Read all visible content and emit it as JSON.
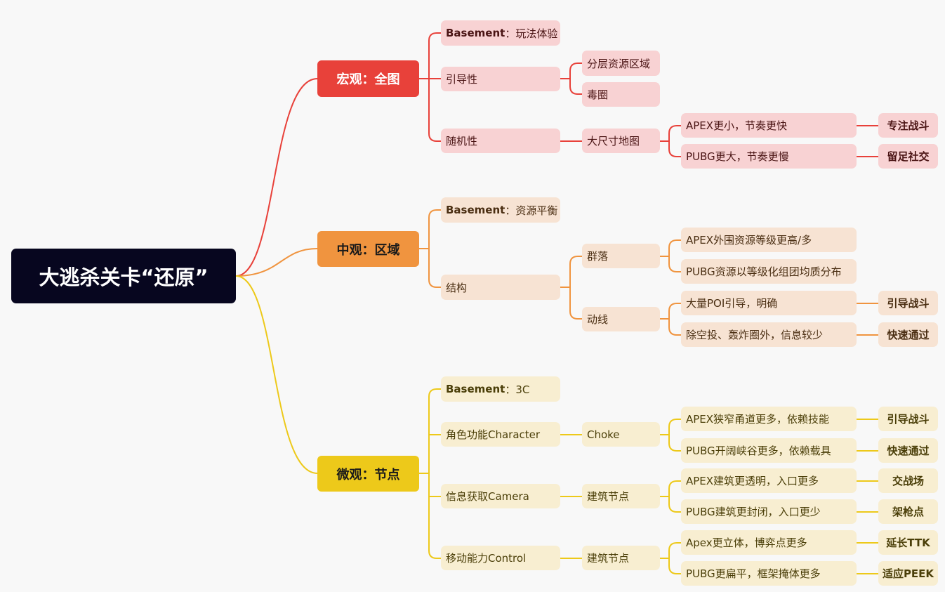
{
  "root": "大逃杀关卡“还原”",
  "colors": {
    "red": "#e8413a",
    "orange": "#f0943f",
    "yellow": "#edc91a",
    "red_light": "#f8d2d3",
    "orange_light": "#f7e3d3",
    "yellow_light": "#f8eed1"
  },
  "branches": {
    "macro": {
      "title": "宏观：全图",
      "basement": {
        "key": "Basement",
        "value": "：玩法体验"
      },
      "guidance": {
        "label": "引导性",
        "items": [
          "分层资源区域",
          "毒圈"
        ]
      },
      "randomness": {
        "label": "随机性",
        "sub": "大尺寸地图",
        "items": [
          {
            "label": "APEX更小，节奏更快",
            "tag": "专注战斗"
          },
          {
            "label": "PUBG更大，节奏更慢",
            "tag": "留足社交"
          }
        ]
      }
    },
    "meso": {
      "title": "中观：区域",
      "basement": {
        "key": "Basement",
        "value": "：资源平衡"
      },
      "structure": {
        "label": "结构",
        "cluster": {
          "label": "群落",
          "items": [
            "APEX外围资源等级更高/多",
            "PUBG资源以等级化组团均质分布"
          ]
        },
        "route": {
          "label": "动线",
          "items": [
            {
              "label": "大量POI引导，明确",
              "tag": "引导战斗"
            },
            {
              "label": "除空投、轰炸圈外，信息较少",
              "tag": "快速通过"
            }
          ]
        }
      }
    },
    "micro": {
      "title": "微观：节点",
      "basement": {
        "key": "Basement",
        "value": "：3C"
      },
      "character": {
        "label": "角色功能Character",
        "sub": "Choke",
        "items": [
          {
            "label": "APEX狭窄甬道更多，依赖技能",
            "tag": "引导战斗"
          },
          {
            "label": "PUBG开阔峡谷更多，依赖载具",
            "tag": "快速通过"
          }
        ]
      },
      "camera": {
        "label": "信息获取Camera",
        "sub": "建筑节点",
        "items": [
          {
            "label": "APEX建筑更透明，入口更多",
            "tag": "交战场"
          },
          {
            "label": "PUBG建筑更封闭，入口更少",
            "tag": "架枪点"
          }
        ]
      },
      "control": {
        "label": "移动能力Control",
        "sub": "建筑节点",
        "items": [
          {
            "label": "Apex更立体，博弈点更多",
            "tag": "延长TTK"
          },
          {
            "label": "PUBG更扁平，框架掩体更多",
            "tag": "适应PEEK"
          }
        ]
      }
    }
  }
}
